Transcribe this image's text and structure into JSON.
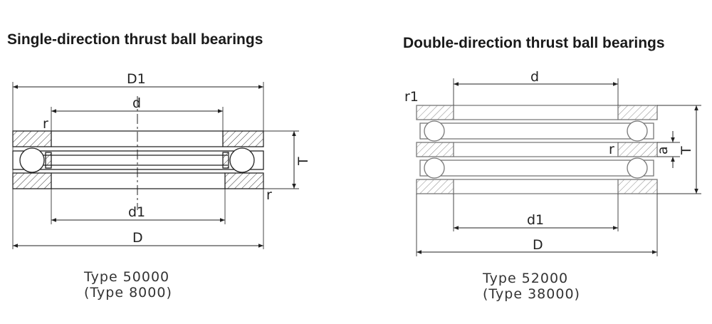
{
  "left": {
    "title": "Single-direction thrust ball bearings",
    "labels": {
      "D1": "D1",
      "d": "d",
      "r_top": "r",
      "T": "T",
      "r_bottom": "r",
      "d1": "d1",
      "D": "D"
    },
    "caption_line1": "Type 50000",
    "caption_line2": "(Type 8000)"
  },
  "right": {
    "title": "Double-direction thrust ball bearings",
    "labels": {
      "d": "d",
      "r1": "r1",
      "r": "r",
      "a": "a",
      "T": "T",
      "d1": "d1",
      "D": "D"
    },
    "caption_line1": "Type 52000",
    "caption_line2": "(Type 38000)"
  }
}
